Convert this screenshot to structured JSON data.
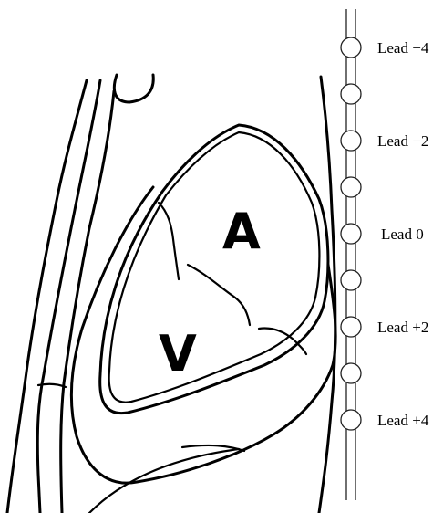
{
  "chambers": {
    "atrium_label": "A",
    "ventricle_label": "V"
  },
  "catheter": {
    "electrode_count": 9,
    "leads": [
      {
        "label": "Lead −4"
      },
      {
        "label": "Lead −2"
      },
      {
        "label": "Lead 0"
      },
      {
        "label": "Lead +2"
      },
      {
        "label": "Lead +4"
      }
    ]
  }
}
